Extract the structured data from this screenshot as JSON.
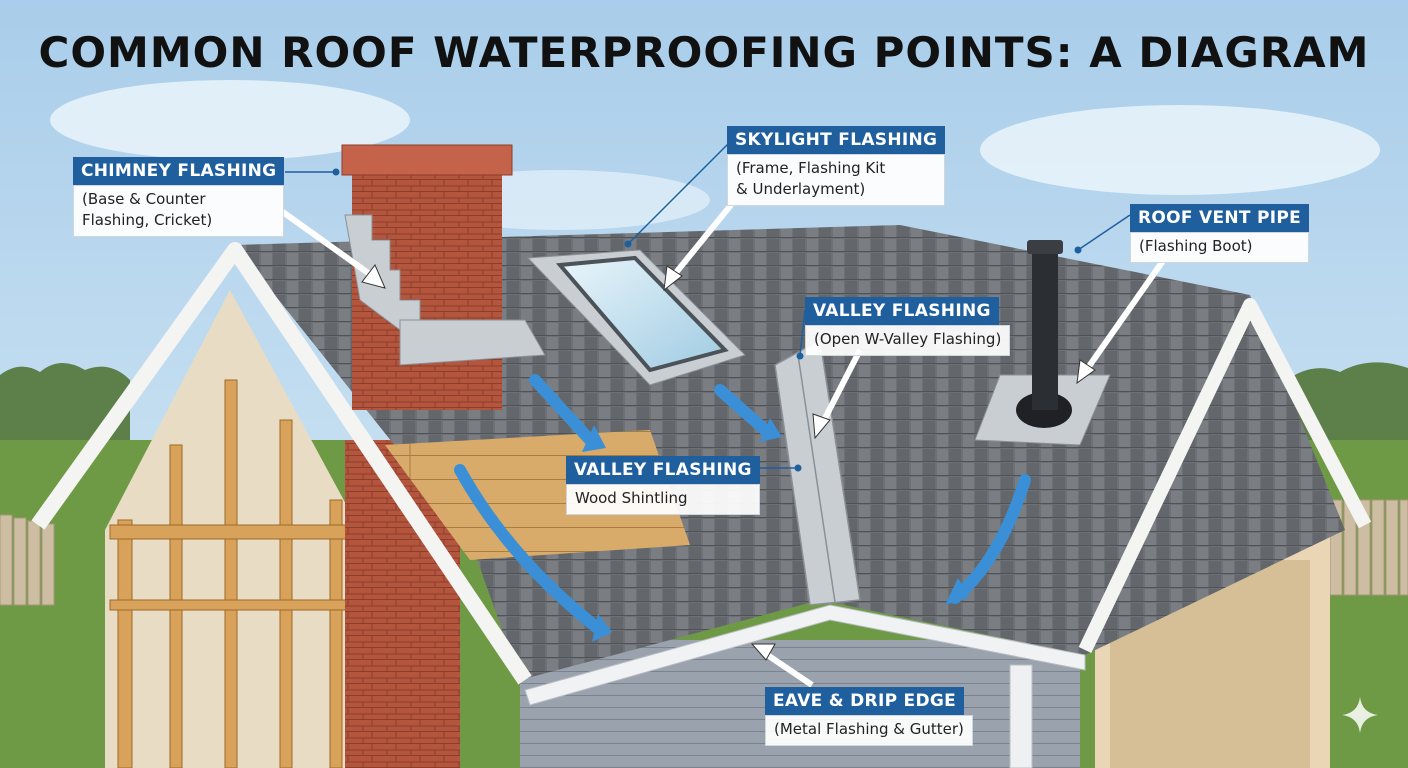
{
  "title": "COMMON ROOF WATERPROOFING POINTS: A DIAGRAM",
  "callouts": {
    "chimney": {
      "heading": "CHIMNEY FLASHING",
      "detail": "(Base & Counter\nFlashing, Cricket)"
    },
    "skylight": {
      "heading": "SKYLIGHT FLASHING",
      "detail": "(Frame, Flashing Kit\n& Underlayment)"
    },
    "vent": {
      "heading": "ROOF VENT PIPE",
      "detail": "(Flashing Boot)"
    },
    "valley_open": {
      "heading": "VALLEY FLASHING",
      "detail": "(Open W-Valley Flashing)"
    },
    "valley_wood": {
      "heading": "VALLEY FLASHING",
      "detail": "Wood Shintling"
    },
    "eave": {
      "heading": "EAVE & DRIP EDGE",
      "detail": "(Metal Flashing & Gutter)"
    }
  },
  "colors": {
    "label_header": "#1f5f9e",
    "shingles": "#6d7176",
    "brick": "#b4553e",
    "flashing_metal": "#c9ced3",
    "water_arrow": "#3b8fd6",
    "sky": "#bcd9f0",
    "grass": "#6f9a45"
  }
}
